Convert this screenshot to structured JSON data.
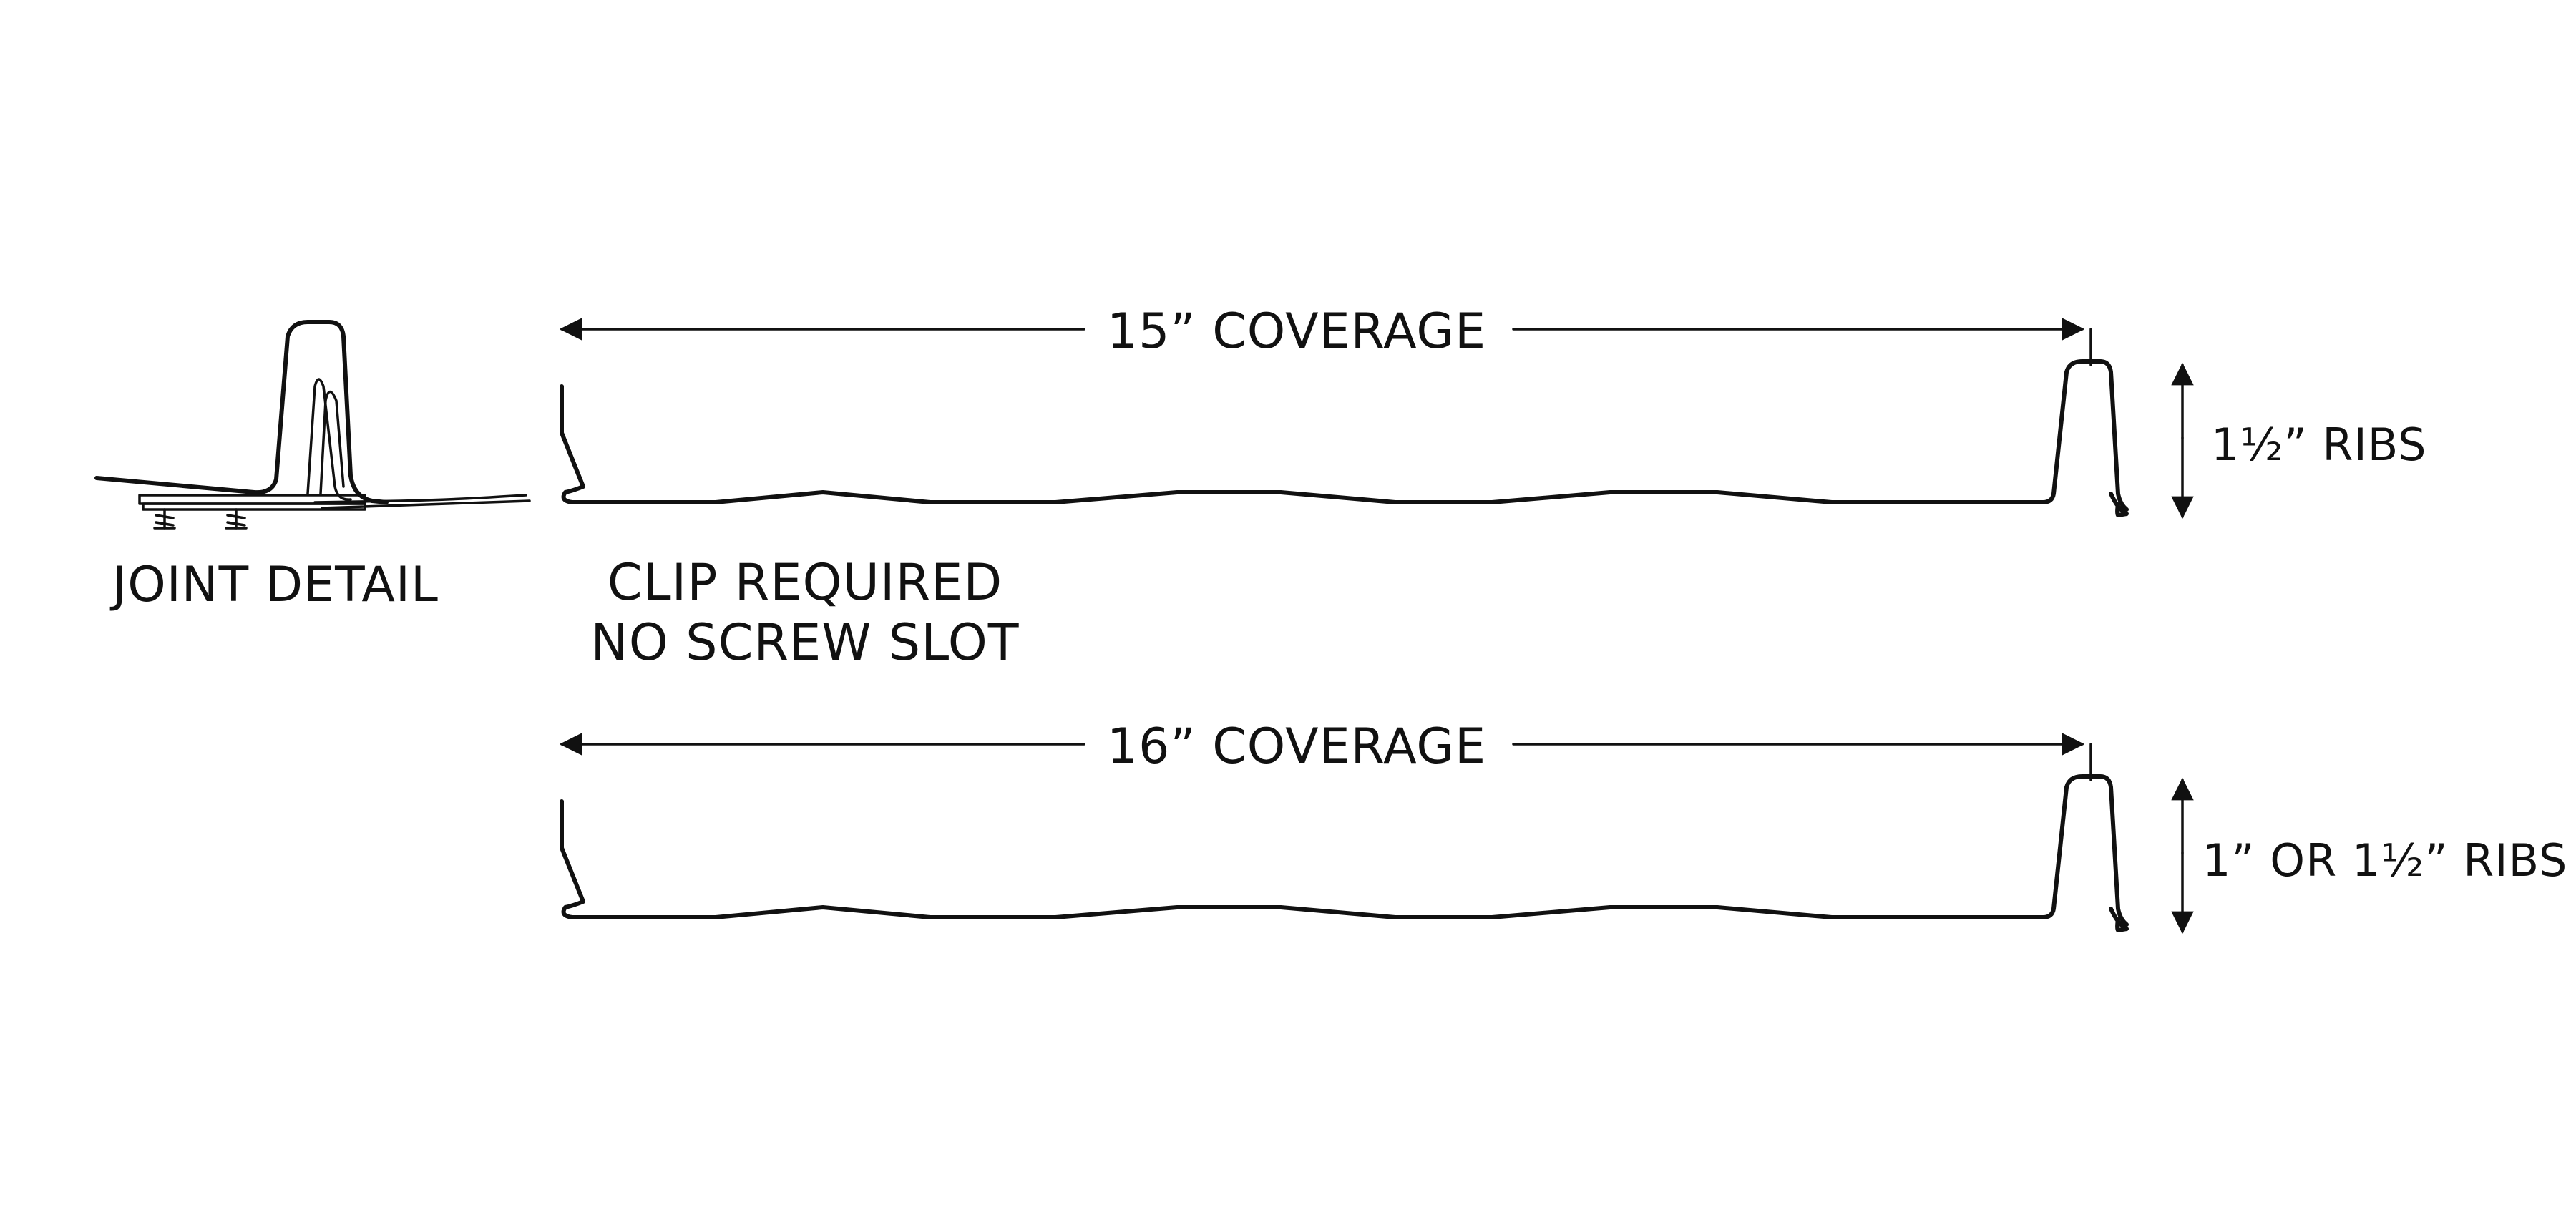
{
  "labels": {
    "joint_detail": "JOINT DETAIL",
    "clip_required": "CLIP REQUIRED",
    "no_screw_slot": "NO SCREW SLOT",
    "coverage_15": "15”  COVERAGE",
    "coverage_16": "16” COVERAGE",
    "ribs_15": "1½” RIBS",
    "ribs_16": "1” OR 1½” RIBS"
  }
}
